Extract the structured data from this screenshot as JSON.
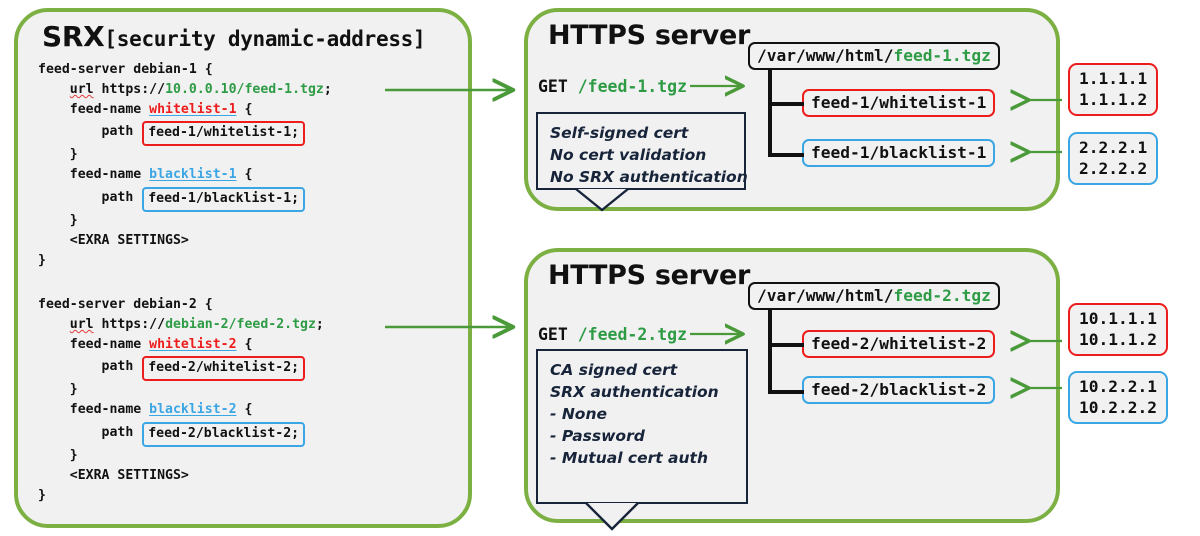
{
  "panels": {
    "srx": {
      "title_main": "SRX",
      "title_bracket": "[security dynamic-address]",
      "config_1": {
        "line_server": "feed-server debian-1 {",
        "url_prefix": "url https://",
        "url_value": "10.0.0.10/feed-1.tgz",
        "url_suffix": ";",
        "feedname_white_prefix": "feed-name ",
        "feedname_white": "whitelist-1",
        "feedname_white_suffix": " {",
        "path_white_label": "path ",
        "path_white_value": "feed-1/whitelist-1;",
        "close_white": "}",
        "feedname_black_prefix": "feed-name ",
        "feedname_black": "blacklist-1",
        "feedname_black_suffix": " {",
        "path_black_label": "path ",
        "path_black_value": "feed-1/blacklist-1;",
        "close_black": "}",
        "extra": "<EXRA SETTINGS>",
        "close_server": "}"
      },
      "config_2": {
        "line_server": "feed-server debian-2 {",
        "url_prefix": "url https://",
        "url_value": "debian-2/feed-2.tgz",
        "url_suffix": ";",
        "feedname_white_prefix": "feed-name ",
        "feedname_white": "whitelist-2",
        "feedname_white_suffix": " {",
        "path_white_label": "path ",
        "path_white_value": "feed-2/whitelist-2;",
        "close_white": "}",
        "feedname_black_prefix": "feed-name ",
        "feedname_black": "blacklist-2",
        "feedname_black_suffix": " {",
        "path_black_label": "path ",
        "path_black_value": "feed-2/blacklist-2;",
        "close_black": "}",
        "extra": "<EXRA SETTINGS>",
        "close_server": "}"
      }
    },
    "https_1": {
      "title": "HTTPS server",
      "get_method": "GET",
      "get_path": "/feed-1.tgz",
      "callout": [
        "Self-signed cert",
        "No cert validation",
        "No SRX authentication"
      ],
      "tree": {
        "root_prefix": "/var/www/html/",
        "root_file": "feed-1.tgz",
        "whitelist": "feed-1/whitelist-1",
        "blacklist": "feed-1/blacklist-1"
      },
      "ips": {
        "whitelist": [
          "1.1.1.1",
          "1.1.1.2"
        ],
        "blacklist": [
          "2.2.2.1",
          "2.2.2.2"
        ]
      }
    },
    "https_2": {
      "title": "HTTPS server",
      "get_method": "GET",
      "get_path": "/feed-2.tgz",
      "callout": [
        "CA signed cert",
        "SRX authentication",
        "- None",
        "- Password",
        "- Mutual cert auth"
      ],
      "tree": {
        "root_prefix": "/var/www/html/",
        "root_file": "feed-2.tgz",
        "whitelist": "feed-2/whitelist-2",
        "blacklist": "feed-2/blacklist-2"
      },
      "ips": {
        "whitelist": [
          "10.1.1.1",
          "10.1.1.2"
        ],
        "blacklist": [
          "10.2.2.1",
          "10.2.2.2"
        ]
      }
    }
  },
  "colors": {
    "panel_border": "#7cb043",
    "green_text": "#2e9b45",
    "green_arrow": "#4a9a3a",
    "red": "#ee1d1d",
    "blue": "#3aa6e4",
    "dark": "#17243a",
    "panel_fill": "#f1f1f1"
  }
}
